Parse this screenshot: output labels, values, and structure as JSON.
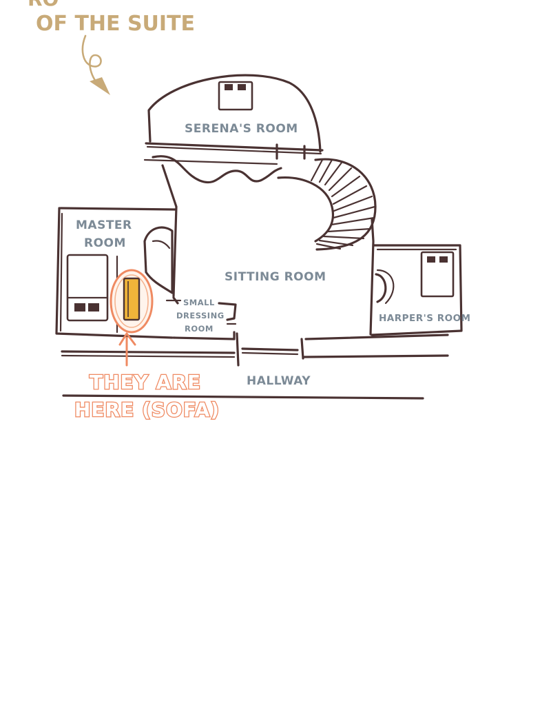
{
  "annotation": {
    "line1": "RO",
    "line2": "OF THE SUITE"
  },
  "rooms": {
    "serena": "SERENA'S ROOM",
    "master_line1": "MASTER",
    "master_line2": "ROOM",
    "sitting": "SITTING ROOM",
    "dressing_line1": "SMALL",
    "dressing_line2": "DRESSING",
    "dressing_line3": "ROOM",
    "harper": "HARPER'S ROOM",
    "hallway": "HALLWAY"
  },
  "marker": {
    "line1": "THEY ARE",
    "line2": "HERE (SOFA)"
  },
  "colors": {
    "ink": "#4a3232",
    "room_label": "#7c8a96",
    "annotation": "#c8aa78",
    "highlight": "#ef8a62",
    "sofa": "#f0b43a"
  }
}
